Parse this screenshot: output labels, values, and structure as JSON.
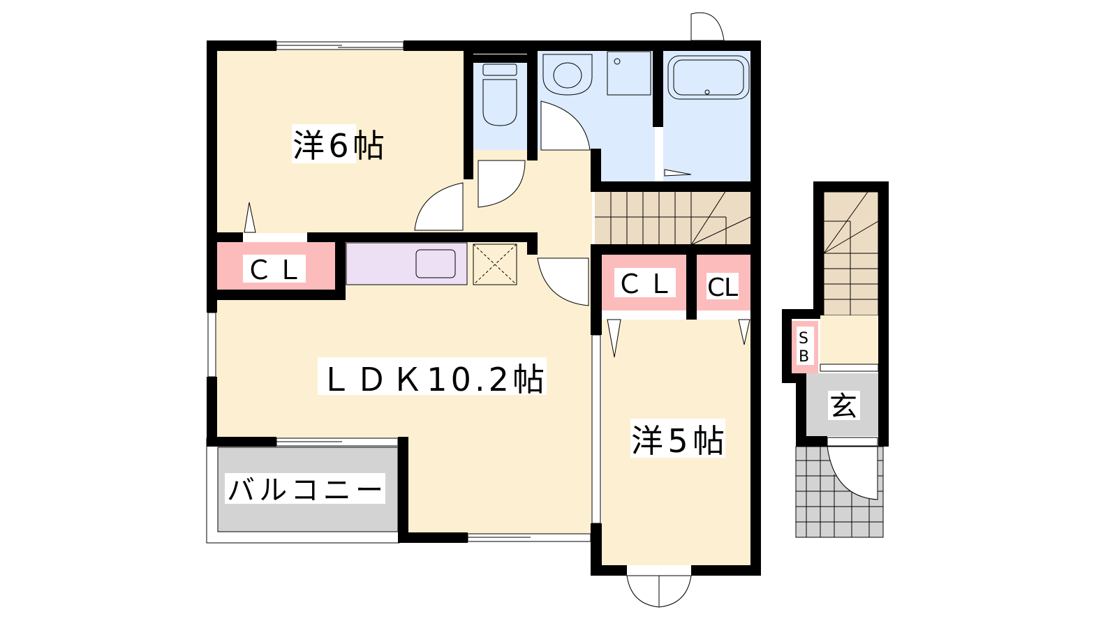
{
  "floorplan": {
    "rooms": {
      "western_6": "洋6帖",
      "closet_1": "ＣＬ",
      "ldk": "ＬＤＫ10.2帖",
      "balcony": "バルコニー",
      "closet_2": "ＣＬ",
      "closet_3": "CL",
      "western_5": "洋5帖",
      "shoe_box_s": "S",
      "shoe_box_b": "B",
      "entrance": "玄"
    },
    "colors": {
      "wall": "#000000",
      "western_room": "#fdf0d2",
      "wet_area": "#dcebfd",
      "closet": "#fdbcbc",
      "kitchen": "#ede0f5",
      "stairs": "#eddcc4",
      "balcony": "#d3d3d3",
      "entrance": "#d3d3d3"
    }
  }
}
